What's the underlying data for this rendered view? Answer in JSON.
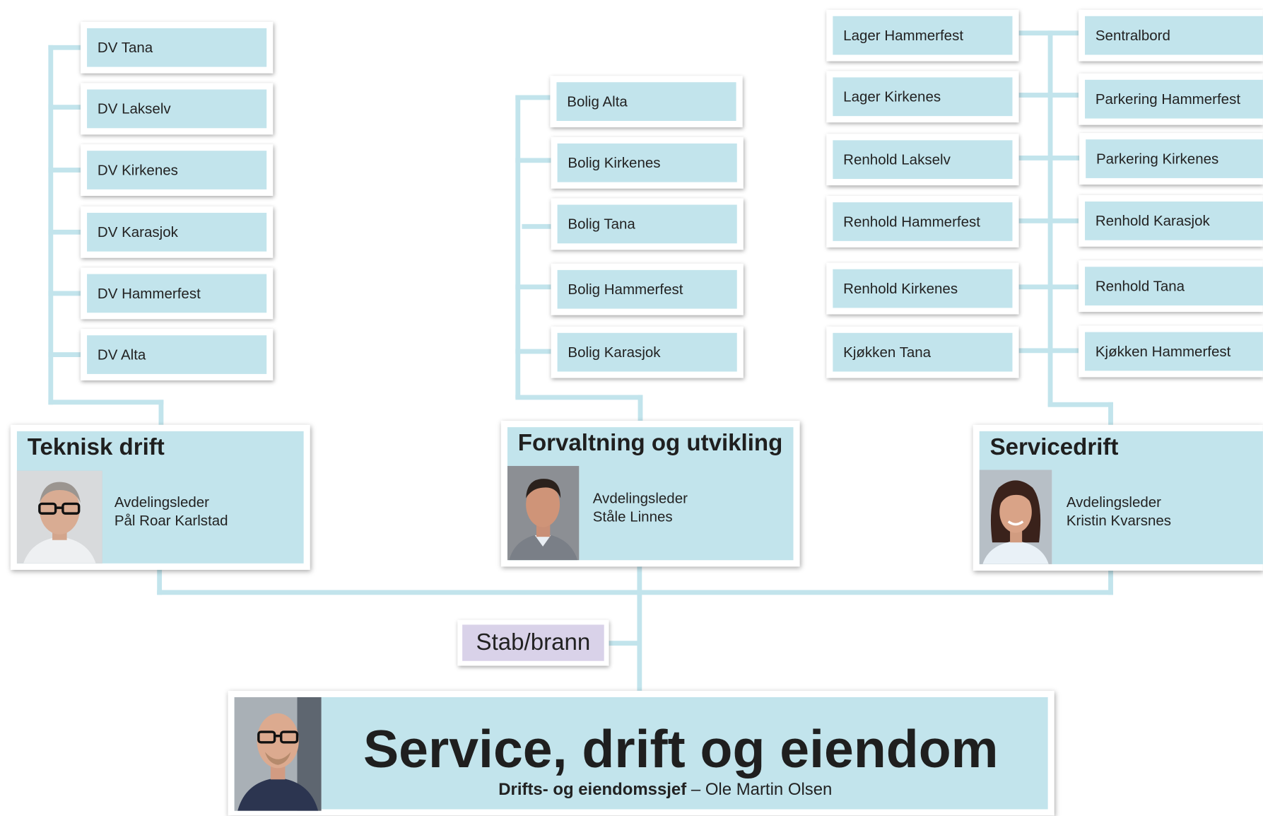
{
  "teknisk": {
    "title": "Teknisk drift",
    "role": "Avdelingsleder",
    "person": "Pål Roar Karlstad",
    "units": [
      "DV Tana",
      "DV Lakselv",
      "DV Kirkenes",
      "DV Karasjok",
      "DV Hammerfest",
      "DV Alta"
    ]
  },
  "forvaltning": {
    "title": "Forvaltning og utvikling",
    "role": "Avdelingsleder",
    "person": "Ståle Linnes",
    "units": [
      "Bolig Alta",
      "Bolig Kirkenes",
      "Bolig Tana",
      "Bolig Hammerfest",
      "Bolig Karasjok"
    ]
  },
  "servicedrift": {
    "title": "Servicedrift",
    "role": "Avdelingsleder",
    "person": "Kristin Kvarsnes",
    "units_left": [
      "Lager Hammerfest",
      "Lager Kirkenes",
      "Renhold Lakselv",
      "Renhold Hammerfest",
      "Renhold Kirkenes",
      "Kjøkken Tana"
    ],
    "units_right": [
      "Sentralbord",
      "Parkering Hammerfest",
      "Parkering Kirkenes",
      "Renhold Karasjok",
      "Renhold Tana",
      "Kjøkken Hammerfest"
    ]
  },
  "stab": {
    "label": "Stab/brann"
  },
  "main": {
    "title": "Service, drift og eiendom",
    "subtitle_bold": "Drifts- og eiendomssjef",
    "subtitle_rest": " – Ole Martin Olsen"
  },
  "colors": {
    "box_fill": "#c2e4ec",
    "connector": "#c2e4ec",
    "stab_fill": "#d9d2e9"
  }
}
